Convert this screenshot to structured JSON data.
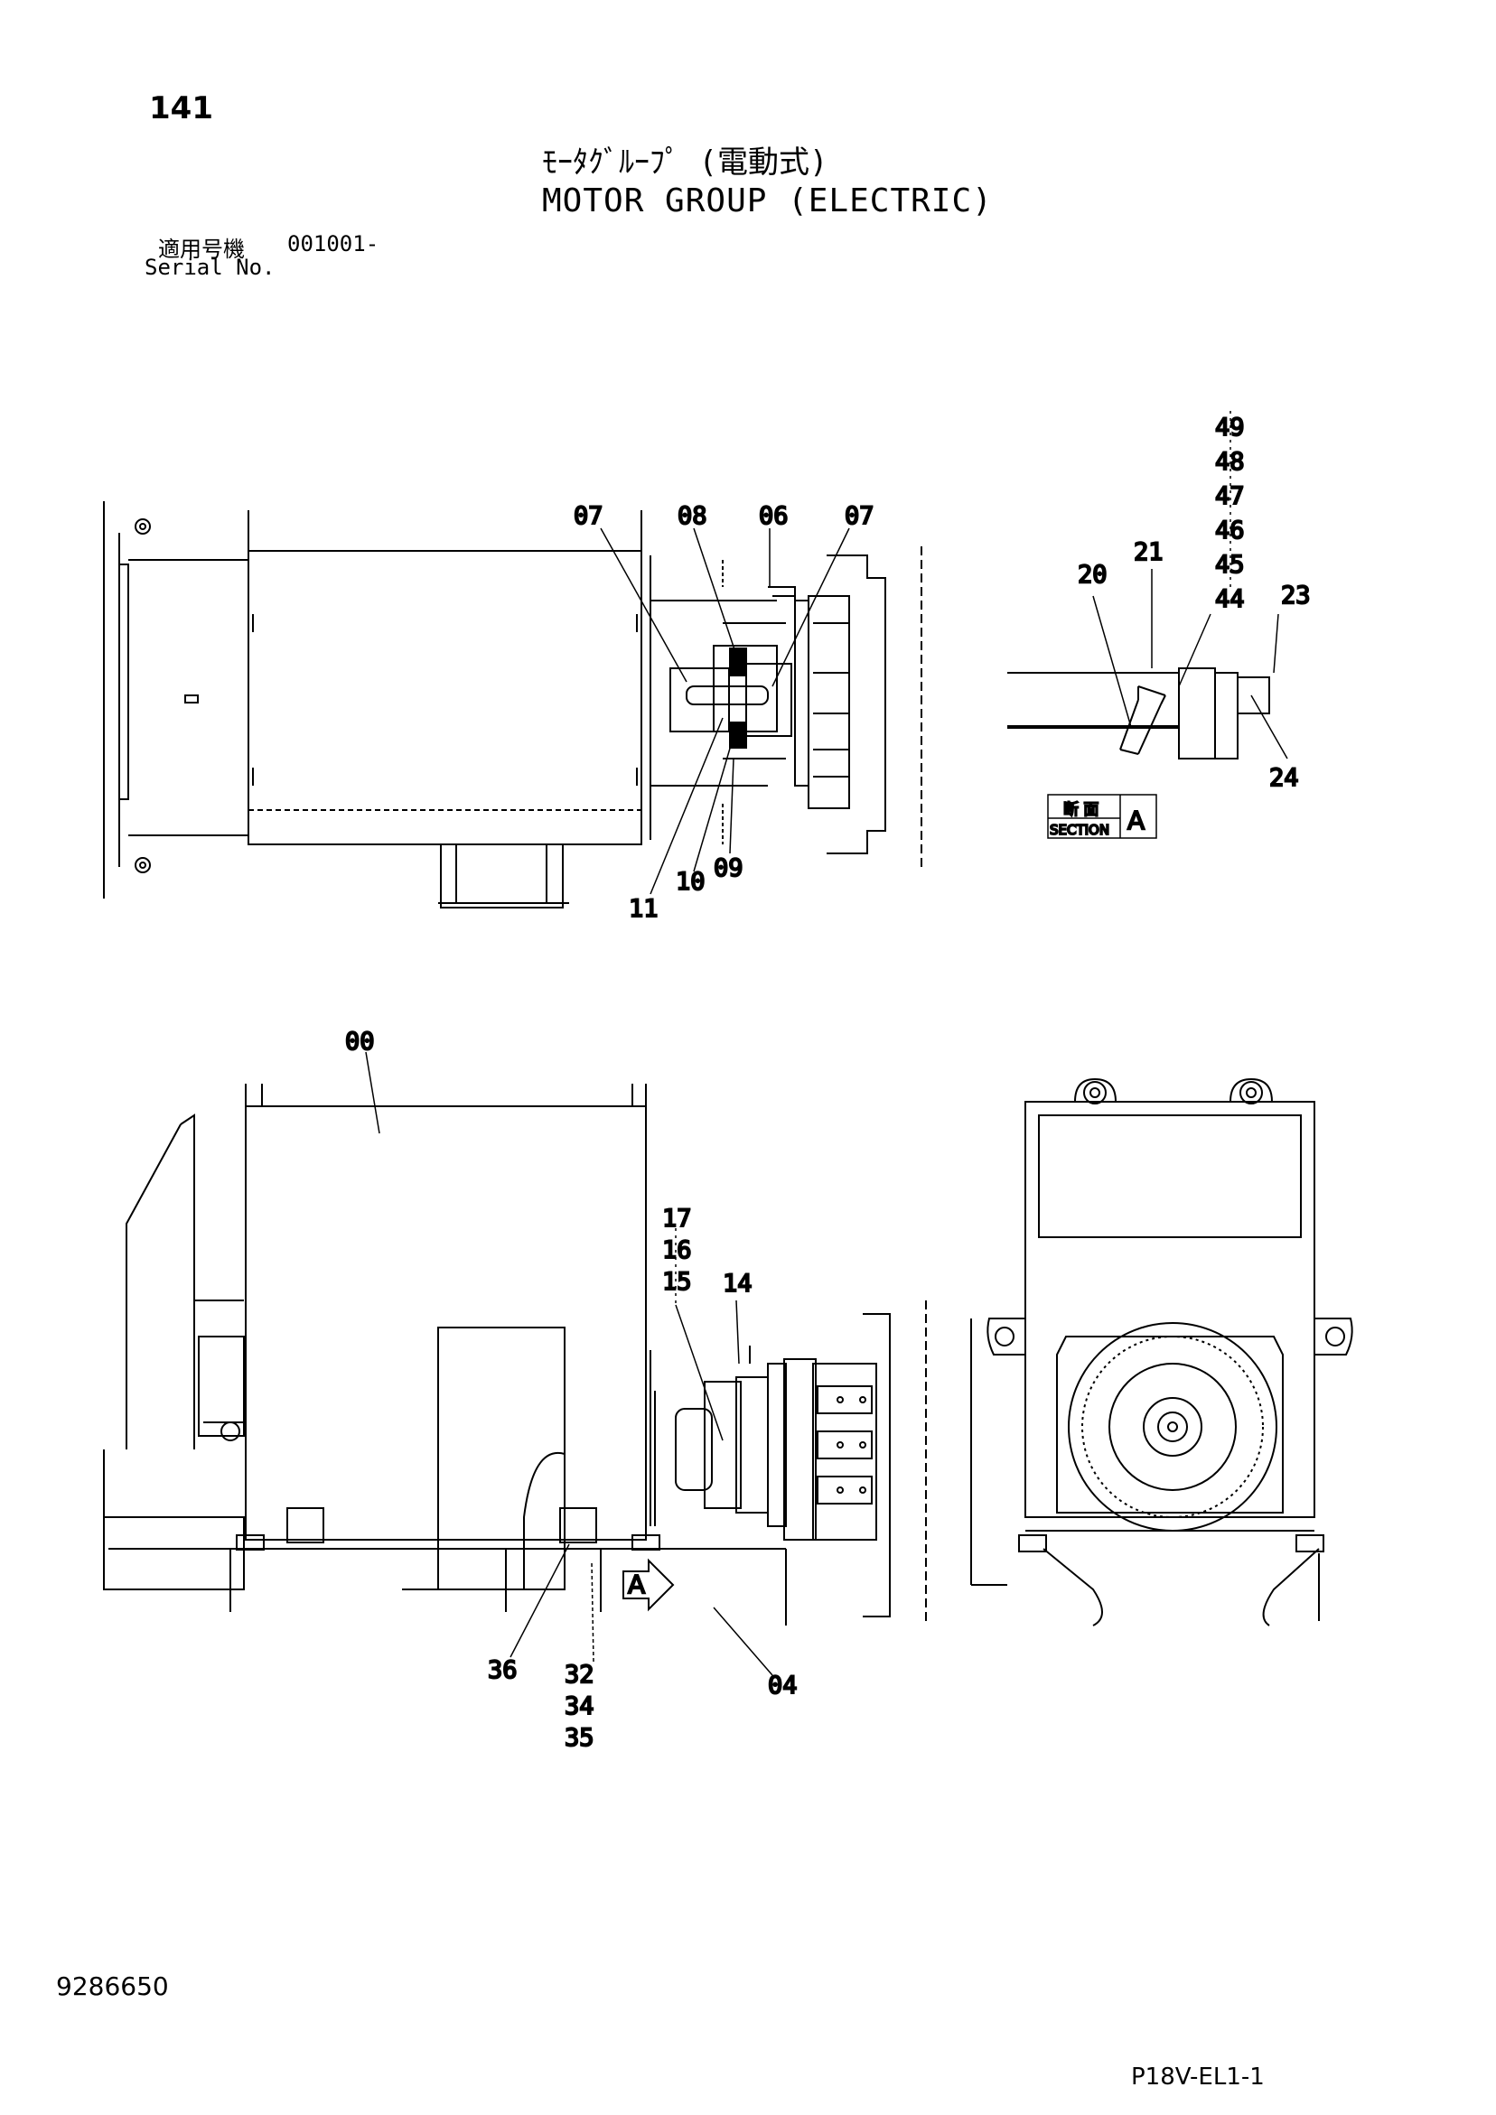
{
  "header": {
    "page_number": "141",
    "title_jp": "ﾓｰﾀｸﾞﾙｰﾌﾟ (電動式)",
    "title_en": "MOTOR GROUP (ELECTRIC)",
    "serial_label_jp": "適用号機",
    "serial_value": "001001-",
    "serial_label_en": "Serial No."
  },
  "diagram": {
    "callouts_top_view": [
      "07",
      "08",
      "06",
      "07",
      "11",
      "10",
      "09"
    ],
    "callouts_section": [
      "49",
      "48",
      "47",
      "46",
      "45",
      "44",
      "21",
      "20",
      "23",
      "24"
    ],
    "section_box": {
      "jp": "断 面",
      "en": "SECTION",
      "letter": "A"
    },
    "callouts_front_view": [
      "00",
      "17",
      "16",
      "15",
      "14",
      "36",
      "32",
      "34",
      "35",
      "04"
    ],
    "view_marker": "A"
  },
  "footer": {
    "document_number": "9286650",
    "drawing_code": "P18V-EL1-1"
  }
}
